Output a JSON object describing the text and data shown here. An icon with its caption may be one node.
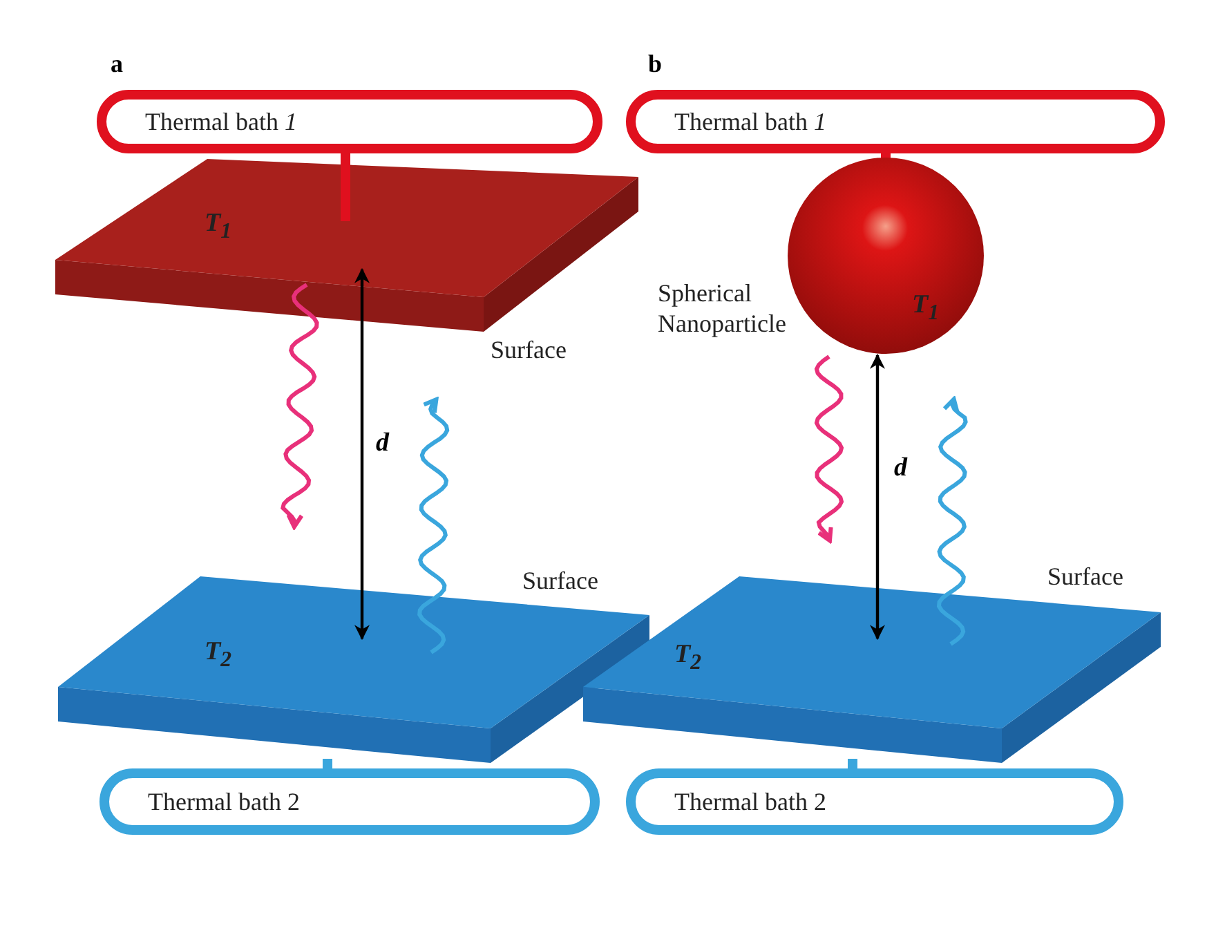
{
  "diagram": {
    "nodes": [
      {
        "text": [
          "Thermal bath *1*"
        ]
      },
      {
        "text": [
          "T$_{1}$"
        ],
        "beside": [
          "Surface"
        ]
      },
      {
        "text": [
          "T$_{2}$"
        ],
        "beside": [
          "Surface"
        ]
      },
      {
        "text": [
          "Thermal bath 2"
        ]
      },
      {
        "text": [
          "Thermal bath *1*"
        ]
      },
      {
        "text": [
          "T$_{1}$"
        ],
        "beside": [
          "Spherical Nanoparticle"
        ]
      },
      {
        "text": [
          "T$_{2}$"
        ],
        "beside": [
          "Surface"
        ]
      },
      {
        "text": [
          "Thermal bath 2"
        ]
      }
    ],
    "edges": [
      {
        "from": 0,
        "to": 1,
        "arrow": "none",
        "style": "thick",
        "color": "#e0101e"
      },
      {
        "from": 1,
        "to": 2,
        "arrow": "both",
        "label": "d",
        "color": "#000000"
      },
      {
        "from": 2,
        "to": 3,
        "arrow": "none",
        "style": "thick",
        "color": "#3aa6dd"
      },
      {
        "from": 4,
        "to": 5,
        "arrow": "none",
        "style": "thick",
        "color": "#e0101e"
      },
      {
        "from": 5,
        "to": 6,
        "arrow": "both",
        "label": "d",
        "color": "#000000"
      },
      {
        "from": 6,
        "to": 7,
        "arrow": "none",
        "style": "thick",
        "color": "#3aa6dd"
      },
      {
        "from": 1,
        "to": null,
        "arrow": "to",
        "color": "#e8307a"
      },
      {
        "from": 2,
        "to": null,
        "arrow": "to",
        "color": "#3aa6dd"
      },
      {
        "from": 5,
        "to": null,
        "arrow": "to",
        "color": "#e8307a"
      },
      {
        "from": 6,
        "to": null,
        "arrow": "to",
        "color": "#3aa6dd"
      }
    ],
    "labels": [
      "a",
      "b"
    ]
  }
}
